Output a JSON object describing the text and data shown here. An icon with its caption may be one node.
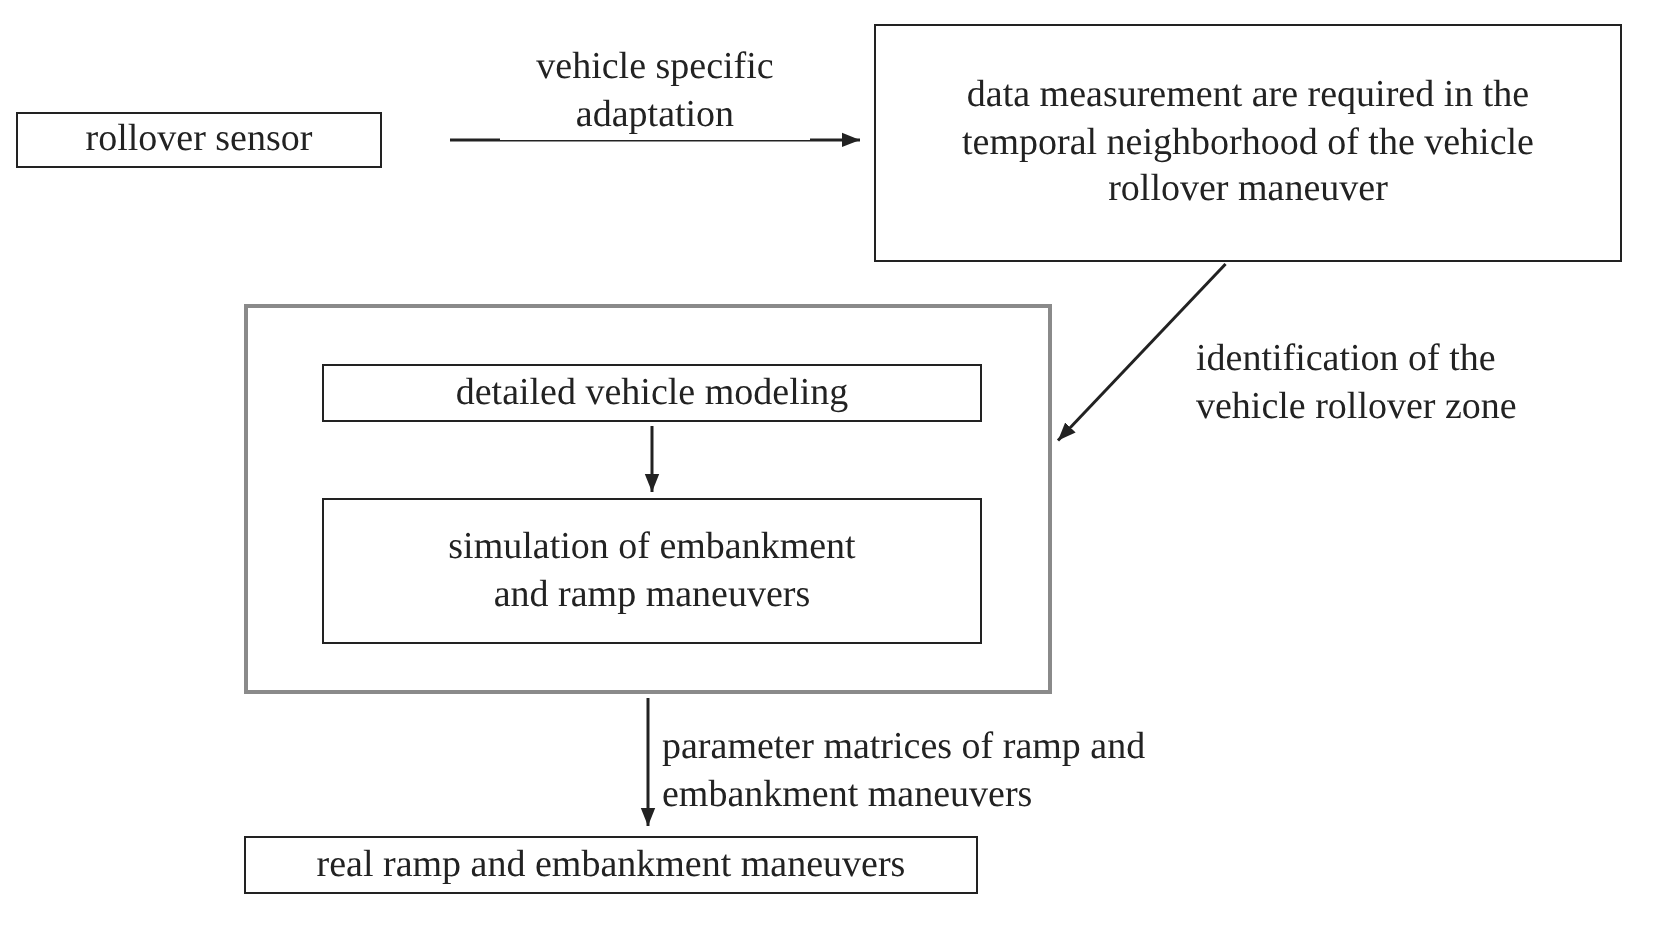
{
  "diagram": {
    "nodes": [
      {
        "text": [
          "rollover sensor"
        ]
      },
      {
        "text": [
          "data measurement are required in the temporal neighborhood of the vehicle rollover maneuver"
        ]
      },
      {
        "text": [],
        "shape": "box"
      },
      {
        "text": [
          "detailed vehicle modeling"
        ],
        "in": 2
      },
      {
        "text": [
          "simulation of embankment and ramp maneuvers"
        ],
        "in": 2
      },
      {
        "text": [
          "real ramp and embankment maneuvers"
        ]
      }
    ],
    "edges": [
      {
        "from": 0,
        "to": 1,
        "arrow": "to",
        "label": "vehicle specific adaptation"
      },
      {
        "from": 3,
        "to": 4,
        "arrow": "to"
      },
      {
        "from": 1,
        "to": 2,
        "arrow": "to",
        "label": "identification of the vehicle rollover zone"
      },
      {
        "from": 2,
        "to": 5,
        "arrow": "to",
        "label": "parameter matrices of ramp and embankment maneuvers"
      }
    ]
  }
}
